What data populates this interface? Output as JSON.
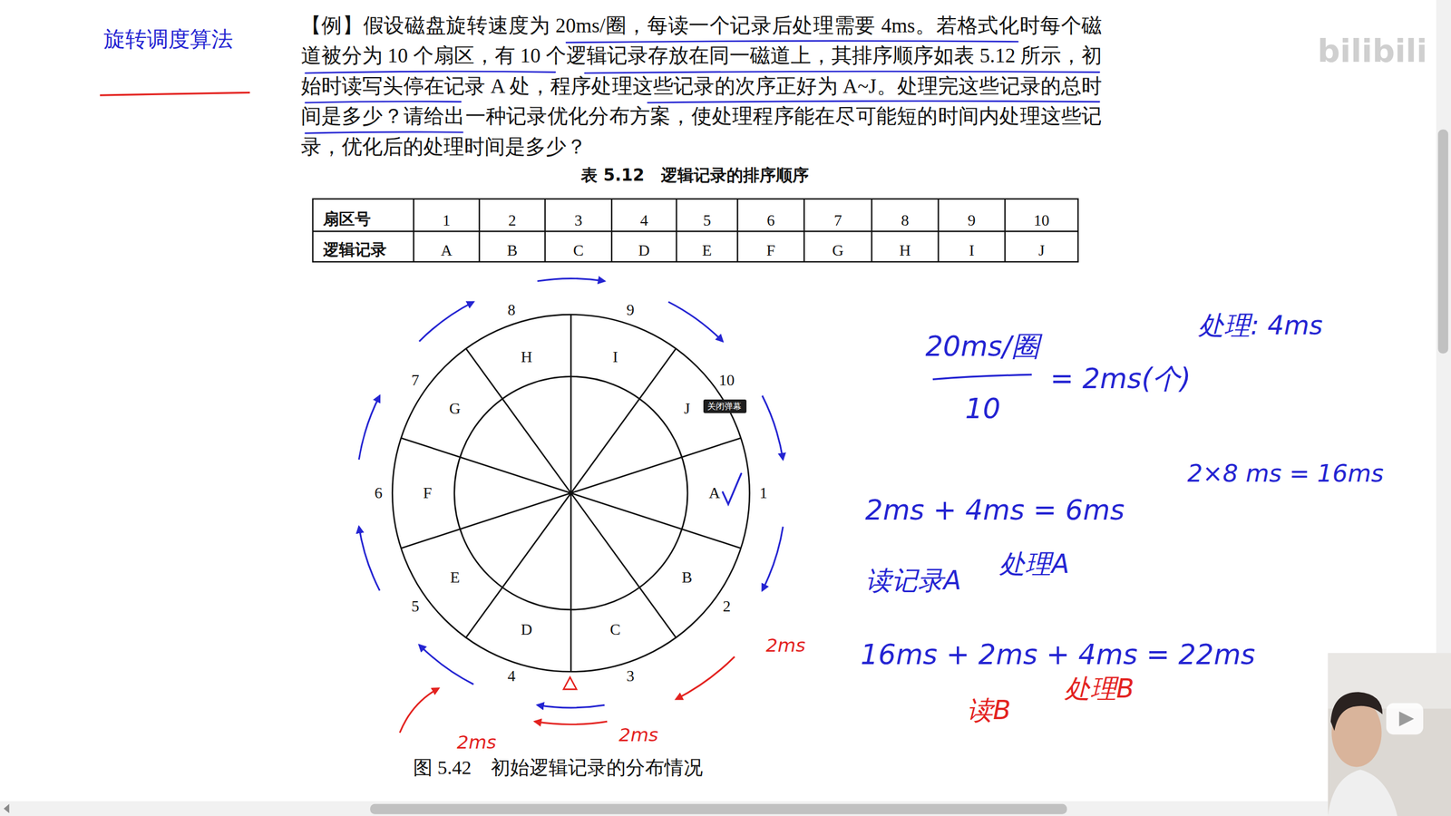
{
  "diagram": {
    "title": "旋转调度算法",
    "caption": "图 5.42　初始逻辑记录的分布情况",
    "nodes": [
      {
        "text": [
          "关闭弹幕"
        ]
      }
    ],
    "labels": [
      "【例】假设磁盘旋转速度为 20ms/圈，每读一个记录后处理需要 4ms。若格式化时每个磁道被分为 10 个扇区，有 10 个逻辑记录存放在同一磁道上，其排序顺序如表 5.12 所示，初始时读写头停在记录 A 处，程序处理这些记录的次序正好为 A~J。处理完这些记录的总时间是多少？请给出一种记录优化分布方案，使处理程序能在尽可能短的时间内处理这些记录，优化后的处理时间是多少？",
      "表 5.12　逻辑记录的排序顺序",
      "扇区号",
      "1",
      "2",
      "3",
      "4",
      "5",
      "6",
      "7",
      "8",
      "9",
      "10",
      "逻辑记录",
      "A",
      "B",
      "C",
      "D",
      "E",
      "F",
      "G",
      "H",
      "I",
      "J",
      "A",
      "B",
      "C",
      "D",
      "E",
      "F",
      "G",
      "H",
      "I",
      "J",
      "1",
      "2",
      "3",
      "4",
      "5",
      "6",
      "7",
      "8",
      "9",
      "10",
      "2ms",
      "2ms",
      "2ms",
      "20ms/圈",
      "10",
      "= 2ms(个)",
      "处理: 4ms",
      "2ms + 4ms = 6ms",
      "2×8 ms = 16ms",
      "读记录A",
      "处理A",
      "16ms + 2ms + 4ms = 22ms",
      "读B",
      "处理B",
      "bilibili"
    ]
  }
}
